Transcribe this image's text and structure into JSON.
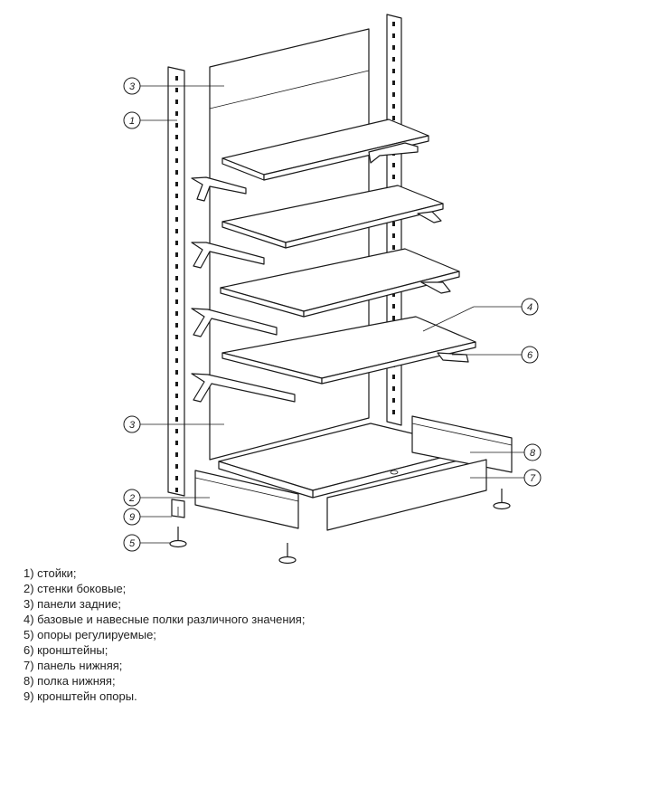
{
  "diagram": {
    "callouts": [
      {
        "id": "c3a",
        "number": "3"
      },
      {
        "id": "c1",
        "number": "1"
      },
      {
        "id": "c4",
        "number": "4"
      },
      {
        "id": "c6",
        "number": "6"
      },
      {
        "id": "c3b",
        "number": "3"
      },
      {
        "id": "c8",
        "number": "8"
      },
      {
        "id": "c7",
        "number": "7"
      },
      {
        "id": "c2",
        "number": "2"
      },
      {
        "id": "c9",
        "number": "9"
      },
      {
        "id": "c5",
        "number": "5"
      }
    ]
  },
  "legend": [
    "1) стойки;",
    "2) стенки боковые;",
    "3) панели задние;",
    "4) базовые и навесные полки различного значения;",
    "5) опоры регулируемые;",
    "6) кронштейны;",
    "7) панель нижняя;",
    "8) полка нижняя;",
    "9) кронштейн опоры."
  ]
}
